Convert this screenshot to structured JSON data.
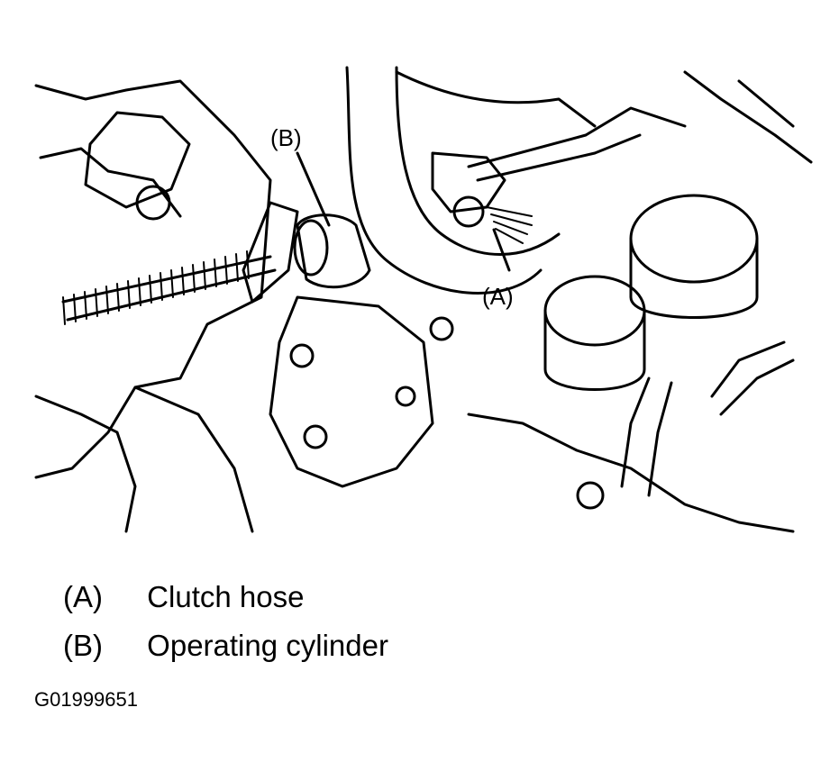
{
  "callouts": {
    "a": "(A)",
    "b": "(B)"
  },
  "legend": [
    {
      "key": "(A)",
      "label": "Clutch hose"
    },
    {
      "key": "(B)",
      "label": "Operating cylinder"
    }
  ],
  "figure_code": "G01999651"
}
